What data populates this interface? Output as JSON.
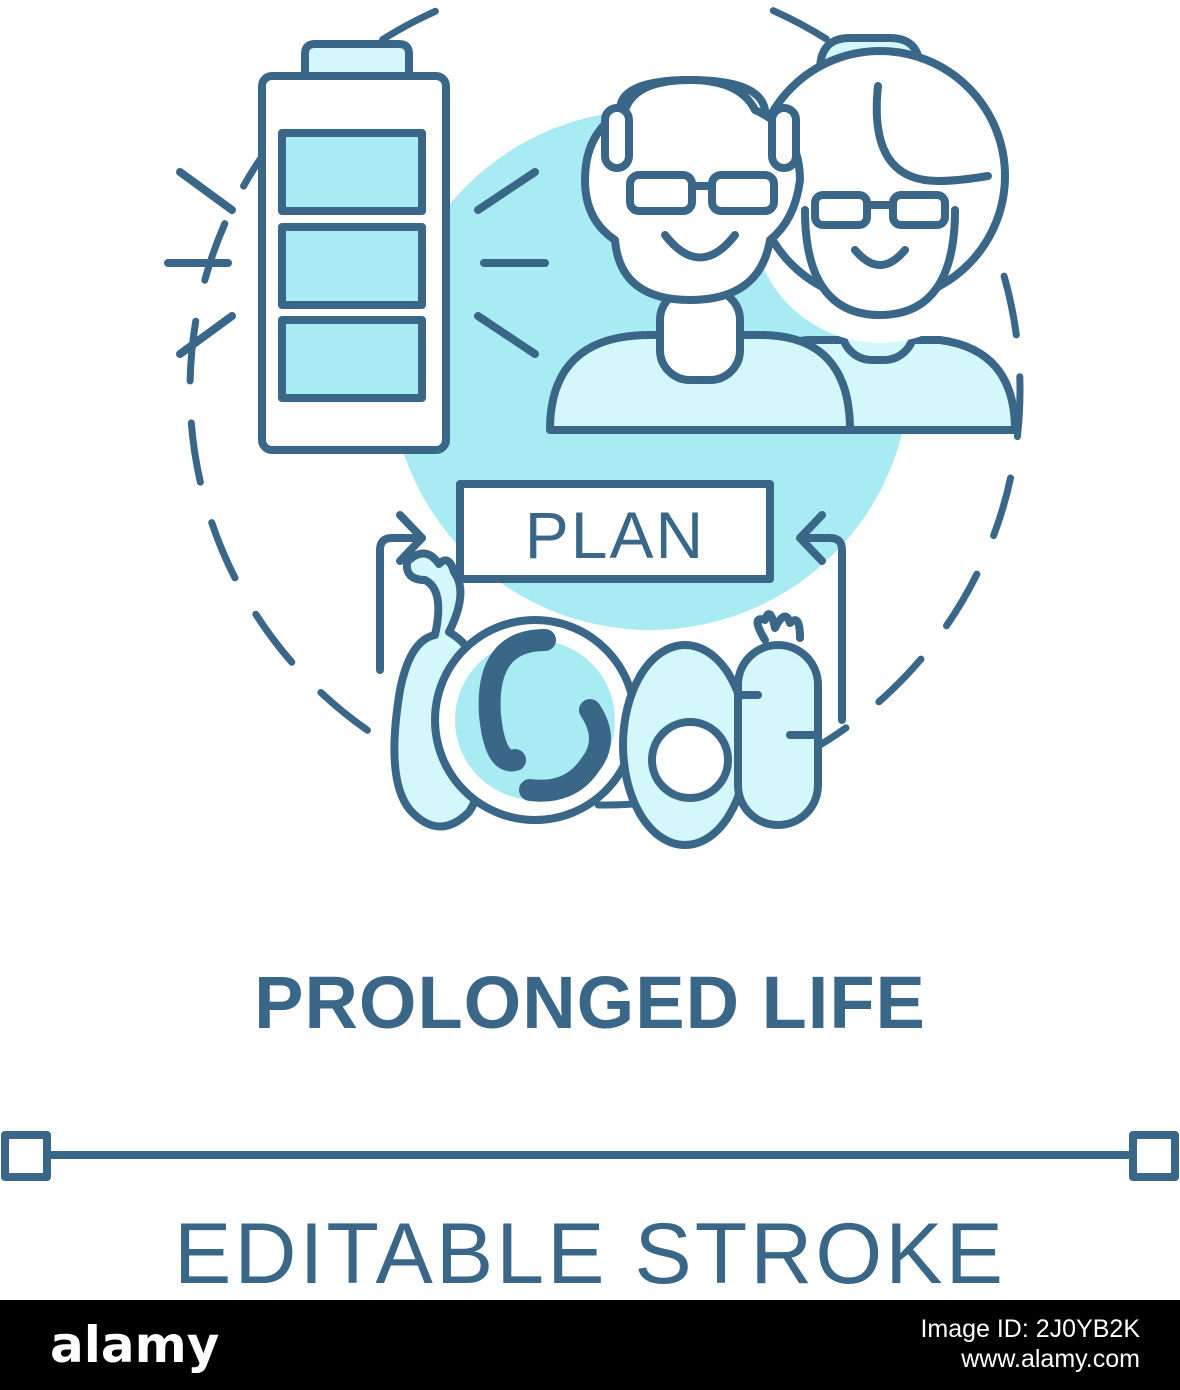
{
  "icon": {
    "plan_label": "PLAN",
    "colors": {
      "stroke": "#3a6788",
      "fill_light": "#a9ebf2",
      "fill_lighter": "#d3f7fb",
      "background": "#ffffff"
    },
    "icon_names": [
      "battery-icon",
      "elderly-couple-icon",
      "plan-label",
      "food-icon",
      "refresh-arrows-icon"
    ]
  },
  "title": "PROLONGED LIFE",
  "editable_label": "EDITABLE STROKE",
  "footer": {
    "logo": "alamy",
    "image_id": "Image ID: 2J0YB2K",
    "site": "www.alamy.com"
  }
}
